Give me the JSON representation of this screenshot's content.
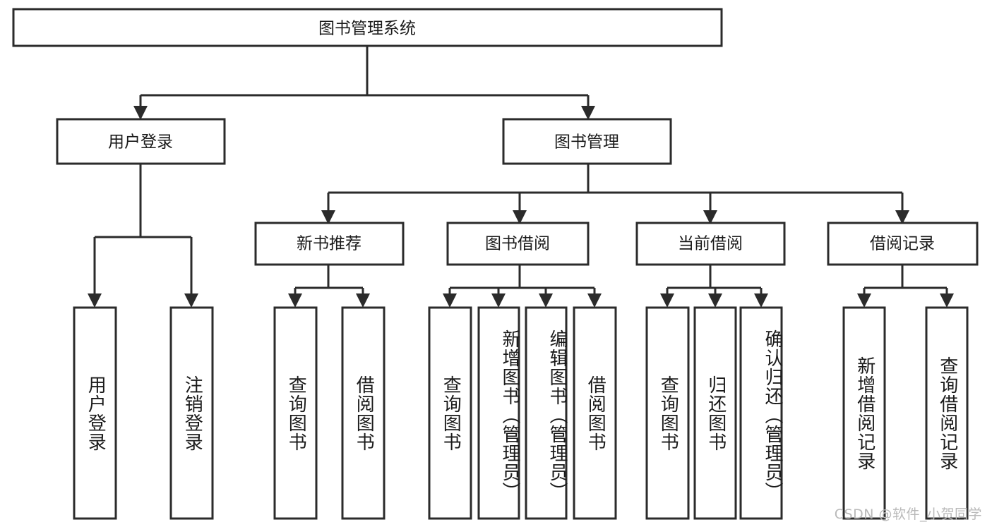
{
  "diagram": {
    "type": "tree",
    "title": "图书管理系统",
    "orientation": "top-down",
    "colors": {
      "box_stroke": "#2b2b2b",
      "box_fill": "#ffffff",
      "text": "#1a1a1a",
      "background": "#ffffff",
      "watermark": "#b9b9b9"
    },
    "root": {
      "label": "图书管理系统"
    },
    "level2": [
      {
        "label": "用户登录"
      },
      {
        "label": "图书管理"
      }
    ],
    "level3": [
      {
        "label": "新书推荐"
      },
      {
        "label": "图书借阅"
      },
      {
        "label": "当前借阅"
      },
      {
        "label": "借阅记录"
      }
    ],
    "leaves": {
      "user_login": [
        {
          "label": "用户登录"
        },
        {
          "label": "注销登录"
        }
      ],
      "new_book_recommend": [
        {
          "label": "查询图书"
        },
        {
          "label": "借阅图书"
        }
      ],
      "book_borrow": [
        {
          "label": "查询图书"
        },
        {
          "label": "新增图书（管理员）"
        },
        {
          "label": "编辑图书（管理员）"
        },
        {
          "label": "借阅图书"
        }
      ],
      "current_borrow": [
        {
          "label": "查询图书"
        },
        {
          "label": "归还图书"
        },
        {
          "label": "确认归还（管理员）"
        }
      ],
      "borrow_record": [
        {
          "label": "新增借阅记录"
        },
        {
          "label": "查询借阅记录"
        }
      ]
    },
    "watermark": "CSDN @软件_小贺同学"
  }
}
